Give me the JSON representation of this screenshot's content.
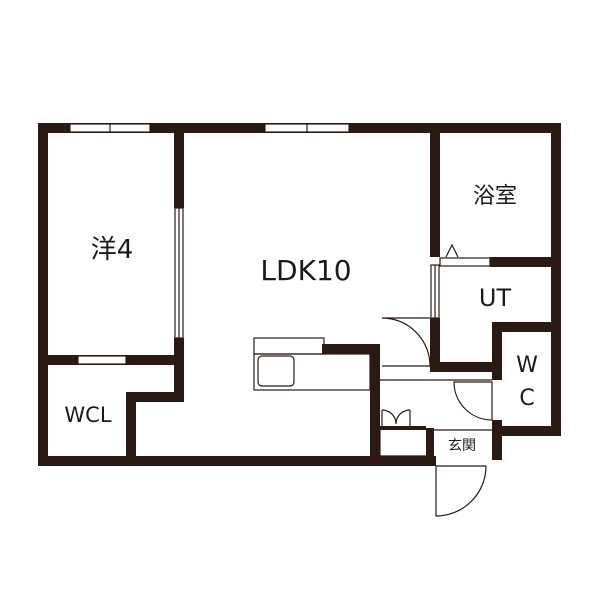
{
  "rooms": {
    "western": "洋4",
    "ldk": "LDK10",
    "bath": "浴室",
    "utility": "UT",
    "wc_top": "W",
    "wc_bottom": "C",
    "wcl": "WCL",
    "entrance": "玄関"
  },
  "colors": {
    "wall": "#2b1a14",
    "background": "#ffffff",
    "text": "#1a1a1a"
  }
}
